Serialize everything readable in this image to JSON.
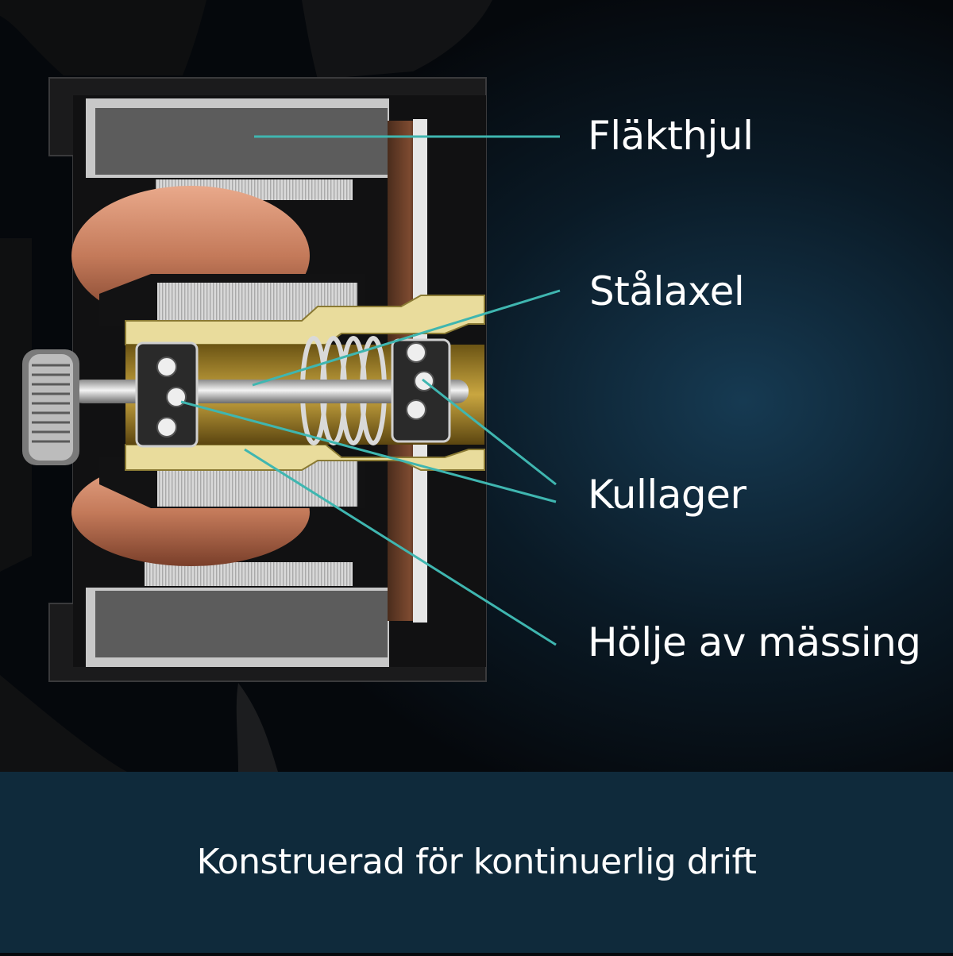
{
  "labels": {
    "fan_wheel": "Fläkthjul",
    "steel_shaft": "Stålaxel",
    "ball_bearing": "Kullager",
    "brass_housing": "Hölje av mässing"
  },
  "footer": {
    "text": "Konstruerad för kontinuerlig drift"
  },
  "colors": {
    "background": "#05080c",
    "background_glow": "#163a52",
    "footer": "#0f2a3b",
    "leader_line": "#3fb6b0",
    "brass": "#e9dc9c",
    "copper": "#c47a5a",
    "magnet": "#5c5c5c",
    "housing": "#1b1b1c"
  }
}
